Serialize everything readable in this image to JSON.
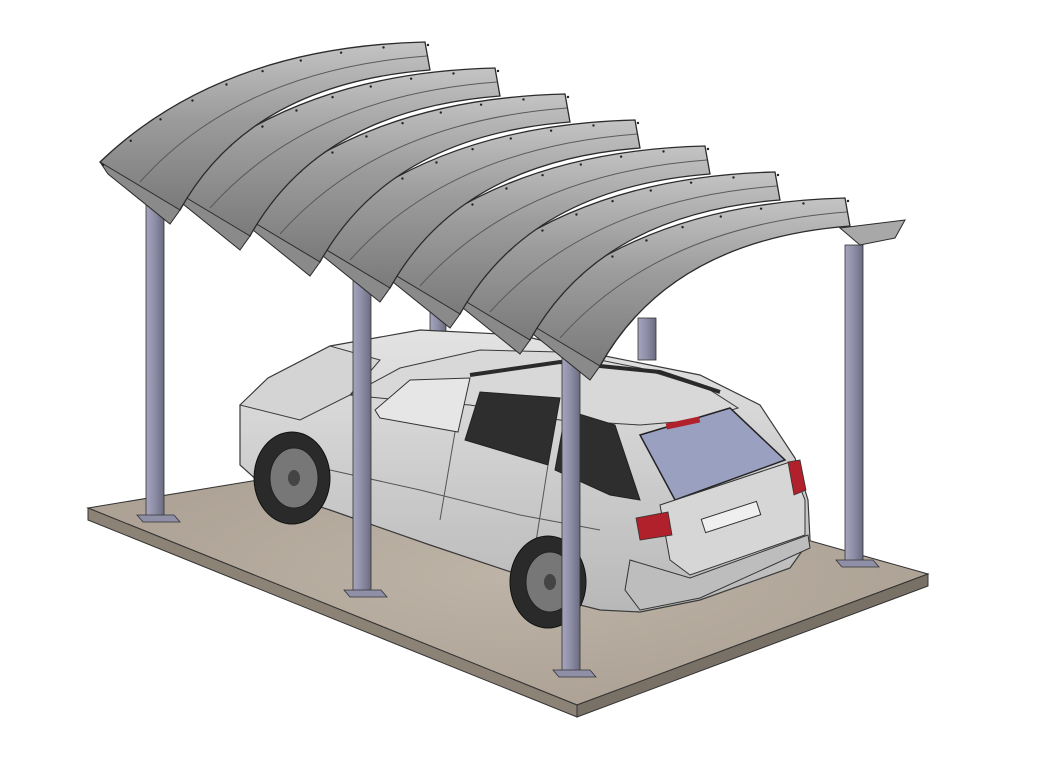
{
  "scene": {
    "subject": "carport-with-car",
    "background": "#ffffff",
    "colors": {
      "roof_panel": "#9a9a9a",
      "roof_panel_light": "#b4b4b4",
      "roof_panel_dark": "#6f6f6f",
      "roof_edge": "#2b2b2b",
      "post": "#8f8fa8",
      "post_dark": "#6c6c82",
      "slab_top": "#b3a89b",
      "slab_side": "#8c8276",
      "car_body": "#cfcfcf",
      "car_shadow": "#9e9e9e",
      "car_glass": "#2e2e2e",
      "rear_glass": "#9aa0c0",
      "tail_light": "#b0212b",
      "tire": "#2a2a2a",
      "rim": "#777777"
    },
    "roof_panel_count": 7,
    "post_count": 6
  }
}
